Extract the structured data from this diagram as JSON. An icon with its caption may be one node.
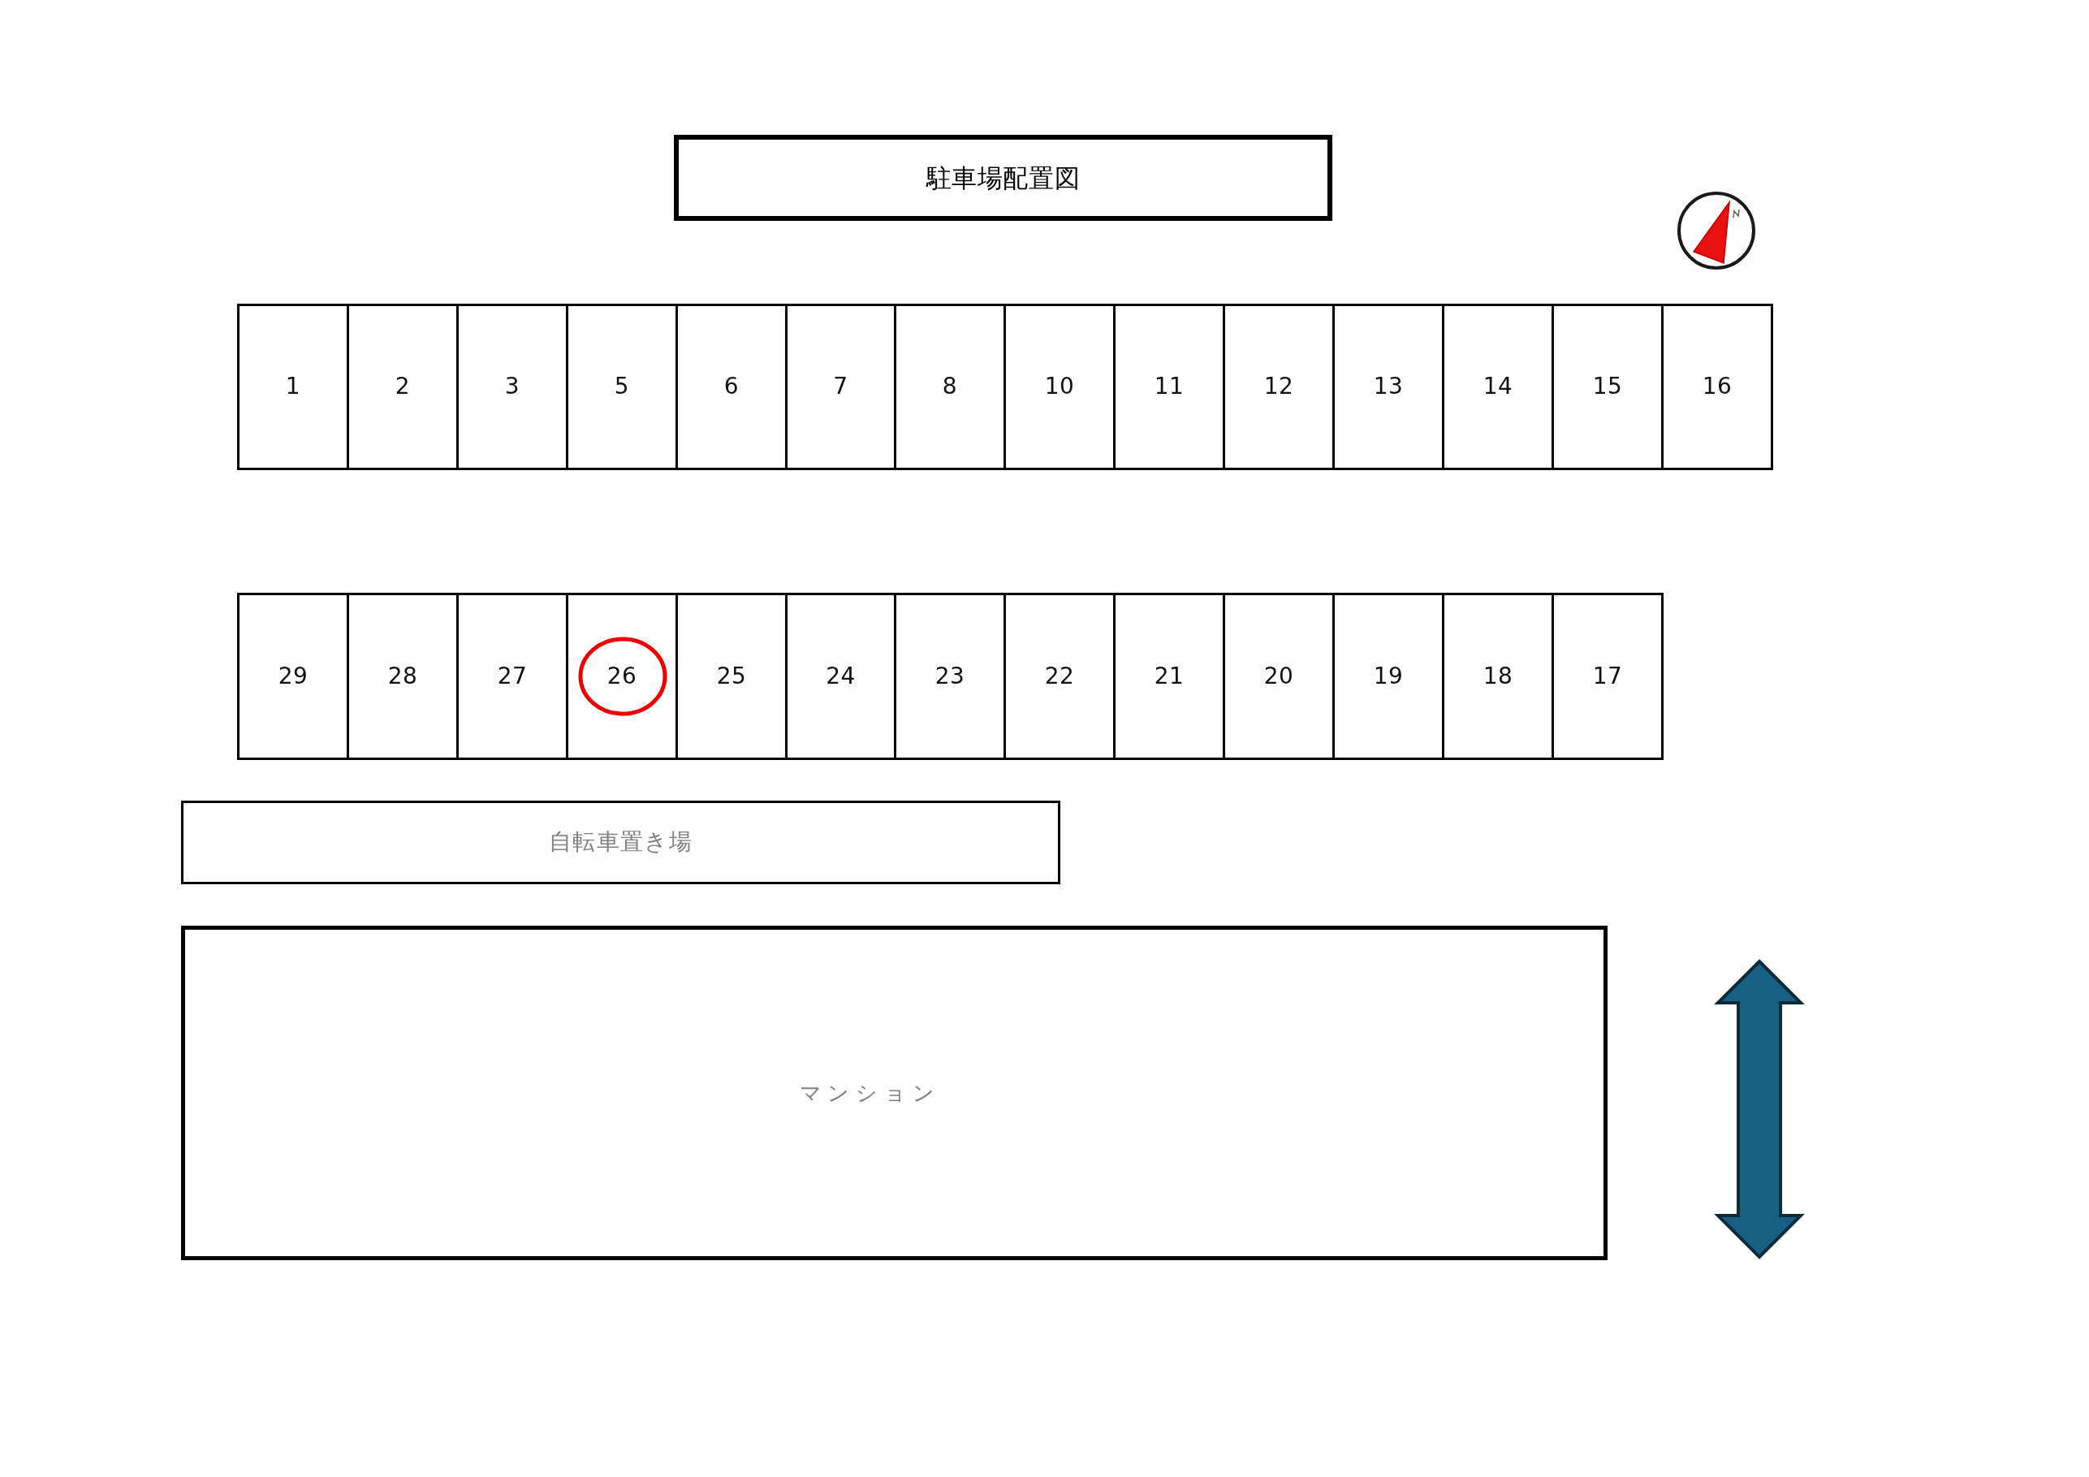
{
  "diagram": {
    "nodes": [
      {
        "text": [
          "駐車場配置図"
        ]
      },
      {
        "text": [
          "1"
        ]
      },
      {
        "text": [
          "2"
        ]
      },
      {
        "text": [
          "3"
        ]
      },
      {
        "text": [
          "5"
        ]
      },
      {
        "text": [
          "6"
        ]
      },
      {
        "text": [
          "7"
        ]
      },
      {
        "text": [
          "8"
        ]
      },
      {
        "text": [
          "10"
        ]
      },
      {
        "text": [
          "11"
        ]
      },
      {
        "text": [
          "12"
        ]
      },
      {
        "text": [
          "13"
        ]
      },
      {
        "text": [
          "14"
        ]
      },
      {
        "text": [
          "15"
        ]
      },
      {
        "text": [
          "16"
        ]
      },
      {
        "text": [
          "29"
        ]
      },
      {
        "text": [
          "28"
        ]
      },
      {
        "text": [
          "27"
        ]
      },
      {
        "text": [
          "26"
        ]
      },
      {
        "text": [
          "25"
        ]
      },
      {
        "text": [
          "24"
        ]
      },
      {
        "text": [
          "23"
        ]
      },
      {
        "text": [
          "22"
        ]
      },
      {
        "text": [
          "21"
        ]
      },
      {
        "text": [
          "20"
        ]
      },
      {
        "text": [
          "19"
        ]
      },
      {
        "text": [
          "18"
        ]
      },
      {
        "text": [
          "17"
        ]
      },
      {
        "text": [
          "自転車置き場"
        ]
      },
      {
        "text": [
          "マンション"
        ]
      }
    ]
  }
}
